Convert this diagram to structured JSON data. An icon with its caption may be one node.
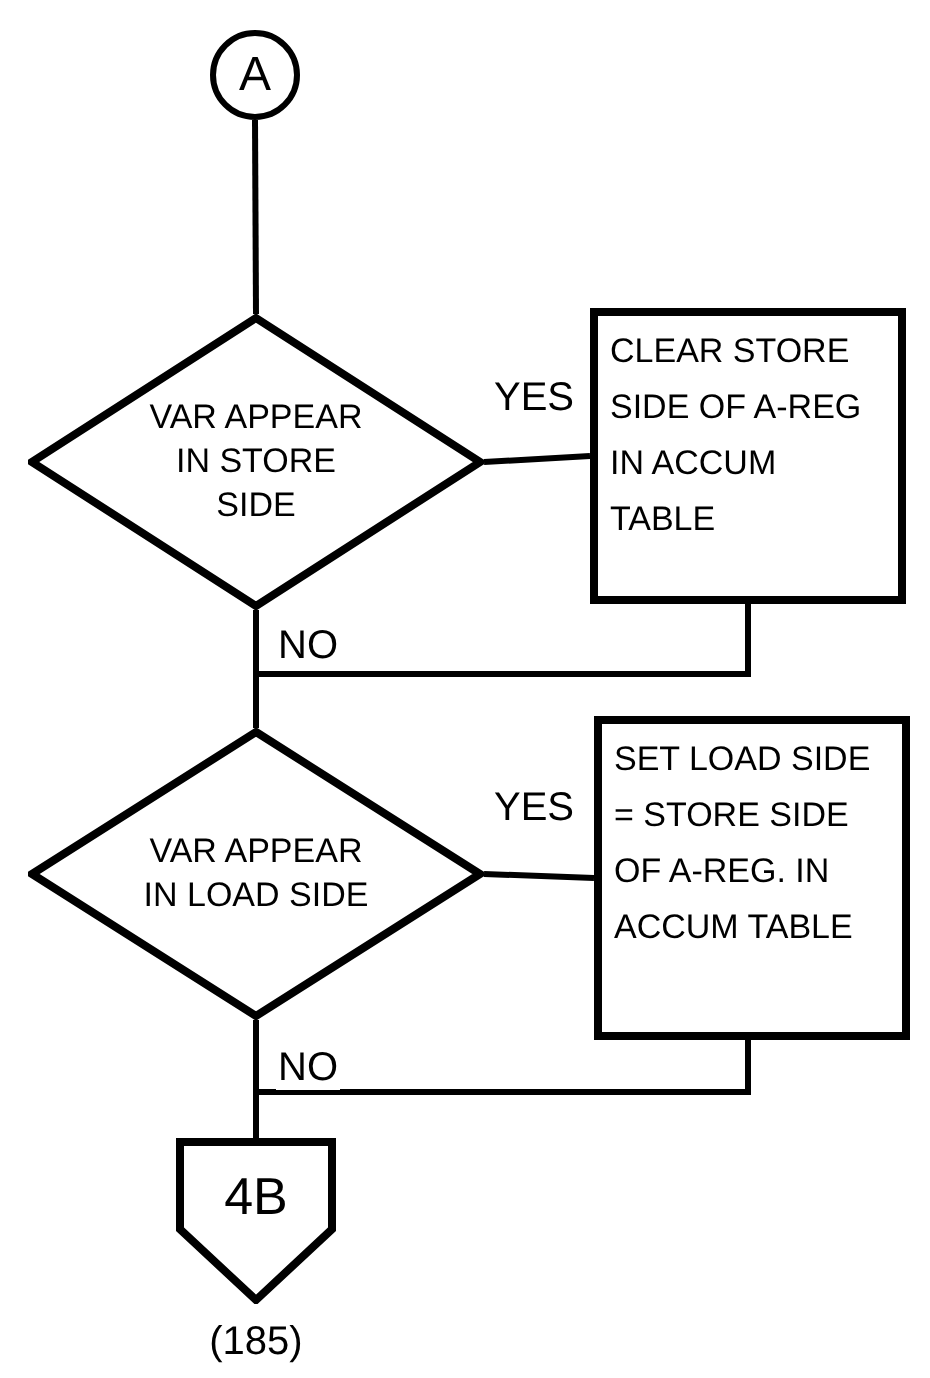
{
  "diagram": {
    "nodes": [
      {
        "text": [
          "A"
        ]
      },
      {
        "text": [
          "VAR APPEAR IN STORE SIDE"
        ]
      },
      {
        "text": [
          "CLEAR STORE SIDE OF A-REG IN ACCUM TABLE"
        ]
      },
      {
        "text": [
          "VAR APPEAR IN LOAD SIDE"
        ]
      },
      {
        "text": [
          "SET LOAD SIDE = STORE SIDE OF A-REG. IN ACCUM TABLE"
        ]
      },
      {
        "text": [
          "4B"
        ],
        "beside": [
          "(185)"
        ]
      }
    ],
    "edges": [
      {
        "from": 0,
        "to": 1,
        "arrow": "none"
      },
      {
        "from": 1,
        "to": 2,
        "arrow": "none",
        "label": "YES"
      },
      {
        "from": 1,
        "to": 3,
        "arrow": "none",
        "label": "NO"
      },
      {
        "from": 2,
        "to": 3,
        "arrow": "none"
      },
      {
        "from": 3,
        "to": 4,
        "arrow": "none",
        "label": "YES"
      },
      {
        "from": 3,
        "to": 5,
        "arrow": "none",
        "label": "NO"
      },
      {
        "from": 4,
        "to": 5,
        "arrow": "none"
      }
    ]
  }
}
